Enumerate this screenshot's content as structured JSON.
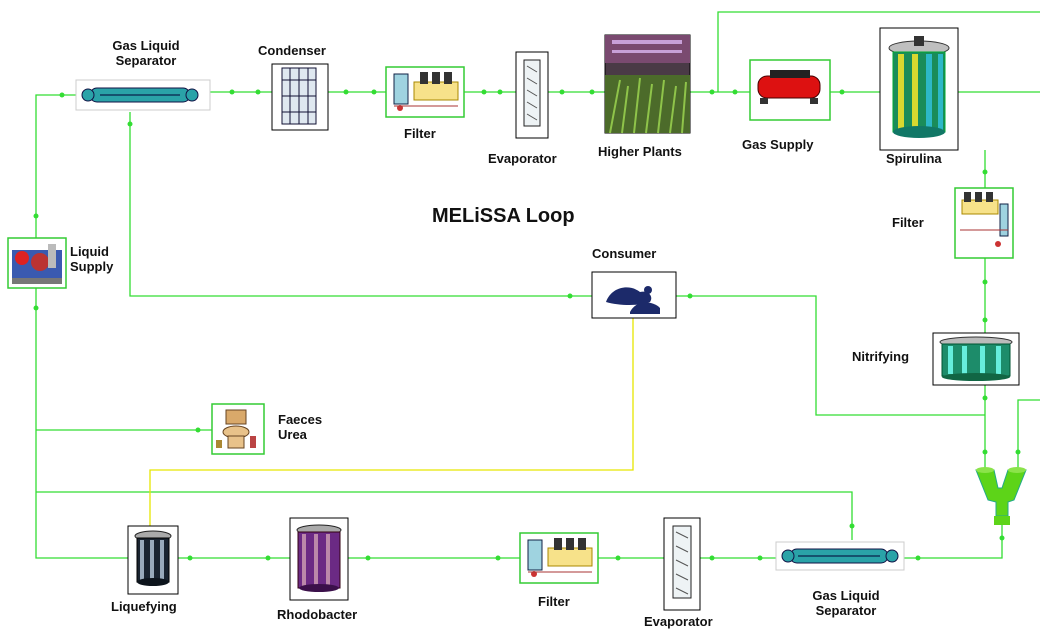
{
  "diagram_title": "MELiSSA Loop",
  "units": {
    "gas_liquid_separator_top": "Gas Liquid\nSeparator",
    "condenser": "Condenser",
    "filter_top": "Filter",
    "evaporator_top": "Evaporator",
    "higher_plants": "Higher Plants",
    "gas_supply": "Gas Supply",
    "spirulina": "Spirulina",
    "filter_right": "Filter",
    "liquid_supply": "Liquid\nSupply",
    "consumer": "Consumer",
    "nitrifying": "Nitrifying",
    "faeces_urea": "Faeces\nUrea",
    "liquefying": "Liquefying",
    "rhodobacter": "Rhodobacter",
    "filter_bottom": "Filter",
    "evaporator_bottom": "Evaporator",
    "gas_liquid_separator_bottom": "Gas Liquid\nSeparator"
  },
  "colors": {
    "flow_line": "#33dd33",
    "waste_line": "#e6e600",
    "box_border": "#33cc33",
    "unit_border": "#000000"
  }
}
